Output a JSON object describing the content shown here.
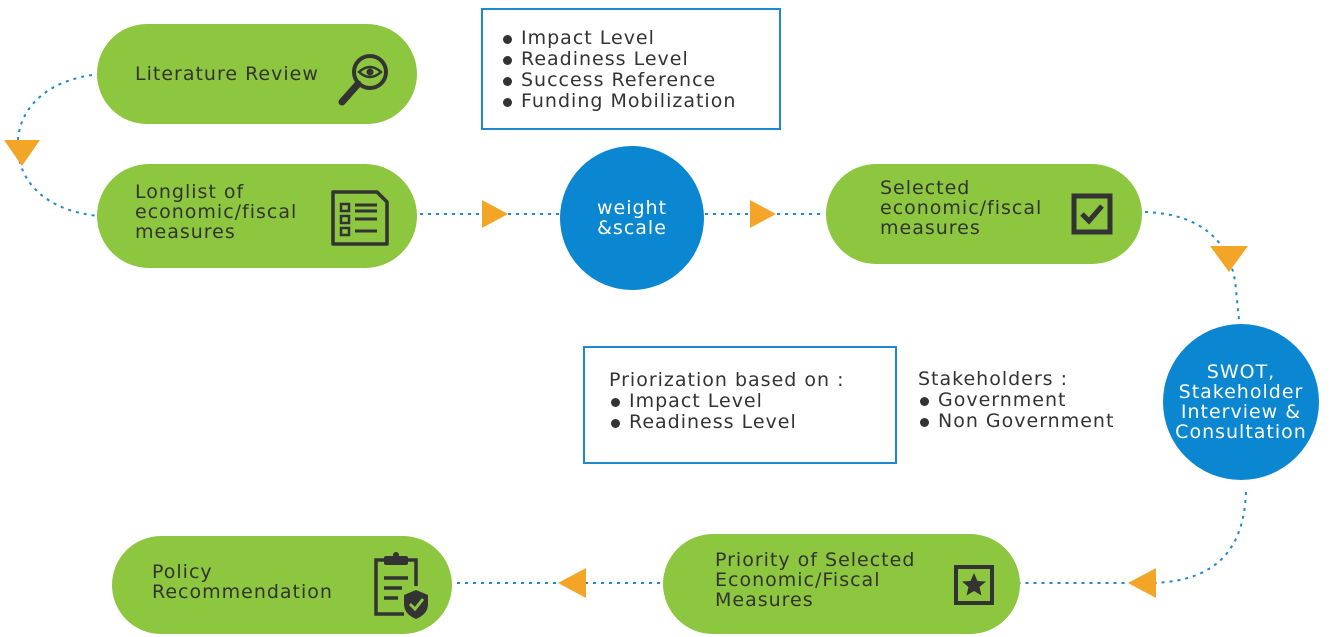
{
  "steps": {
    "literature_review": "Literature Review",
    "longlist": "Longlist of\neconomic/fiscal\nmeasures",
    "weight_scale": "weight\n&scale",
    "selected": "Selected\neconomic/fiscal\nmeasures",
    "swot": "SWOT,\nStakeholder\nInterview &\nConsultation",
    "priority": "Priority of Selected\nEconomic/Fiscal\nMeasures",
    "policy": "Policy\nRecommendation"
  },
  "criteria_box": {
    "items": [
      "Impact Level",
      "Readiness Level",
      "Success Reference",
      "Funding Mobilization"
    ]
  },
  "priorization_box": {
    "heading": "Priorization based on :",
    "items": [
      "Impact Level",
      "Readiness Level"
    ]
  },
  "stakeholders": {
    "heading": "Stakeholders :",
    "items": [
      "Government",
      "Non Government"
    ]
  },
  "colors": {
    "pill": "#8dc63f",
    "circle": "#0b86d1",
    "arrow": "#f2a526",
    "connector": "#1e88d0",
    "box_border": "#1e88d0"
  },
  "icons": [
    "search-eye-icon",
    "list-document-icon",
    "checkbox-icon",
    "clipboard-shield-icon",
    "star-box-icon"
  ]
}
